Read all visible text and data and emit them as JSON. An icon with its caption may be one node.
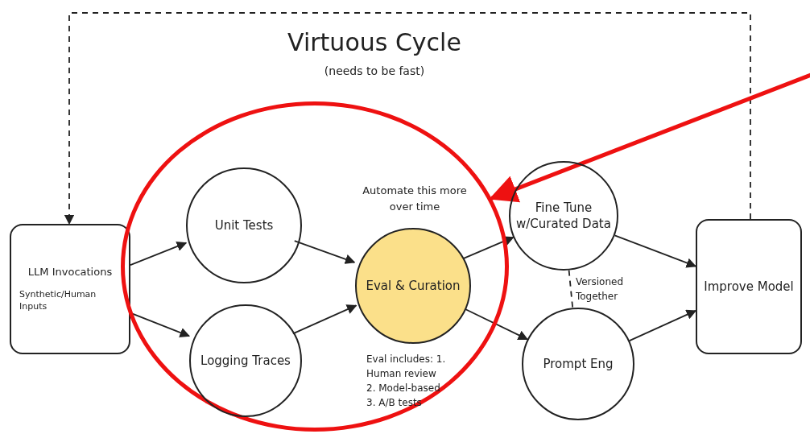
{
  "diagram": {
    "title": "Virtuous Cycle",
    "nodes": [
      {
        "text": [
          "LLM Invocations",
          "Synthetic/Human Inputs"
        ]
      },
      {
        "text": [],
        "shape": "circle"
      },
      {
        "text": [
          "Unit Tests"
        ],
        "in": 1
      },
      {
        "text": [
          "Logging Traces"
        ],
        "in": 1
      },
      {
        "text": [
          "Eval & Curation"
        ],
        "in": 1,
        "beside": [
          "Automate this more over time",
          "Eval includes: 1. Human review 2. Model-based 3. A/B tests"
        ]
      },
      {
        "text": [
          "Fine Tune w/Curated Data"
        ]
      },
      {
        "text": [
          "Prompt Eng"
        ]
      },
      {
        "text": [
          "Improve Model"
        ]
      }
    ],
    "edges": [
      {
        "from": 0,
        "to": 2,
        "arrow": "to"
      },
      {
        "from": 0,
        "to": 3,
        "arrow": "to"
      },
      {
        "from": 2,
        "to": 4,
        "arrow": "to"
      },
      {
        "from": 3,
        "to": 4,
        "arrow": "to"
      },
      {
        "from": 4,
        "to": 5,
        "arrow": "to"
      },
      {
        "from": 4,
        "to": 6,
        "arrow": "to"
      },
      {
        "from": 5,
        "to": 7,
        "arrow": "to"
      },
      {
        "from": 6,
        "to": 7,
        "arrow": "to"
      },
      {
        "from": 5,
        "to": 6,
        "arrow": "none",
        "style": "dashed",
        "label": "Versioned Together"
      },
      {
        "from": 7,
        "to": 0,
        "arrow": "to",
        "style": "dashed"
      },
      {
        "from": null,
        "to": 1,
        "arrow": "to",
        "style": "thick",
        "color": "#ee1111"
      }
    ],
    "labels": [
      "(needs to be fast)"
    ]
  }
}
